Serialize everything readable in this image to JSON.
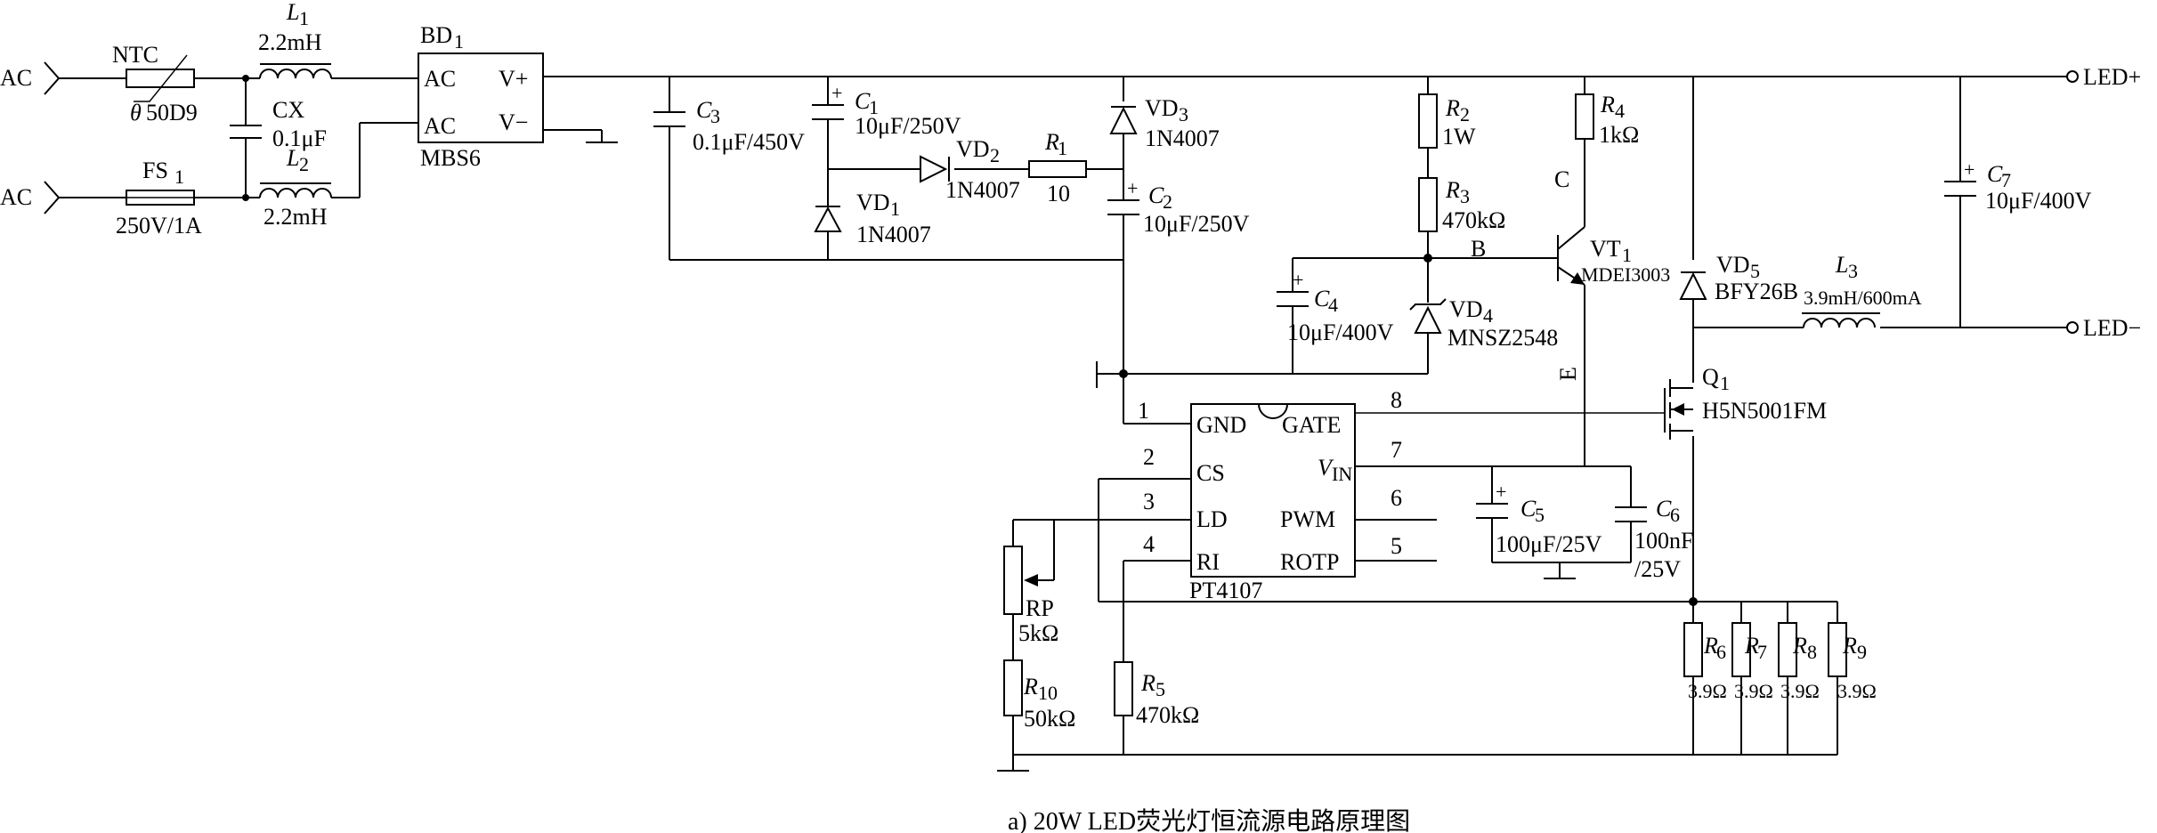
{
  "caption": "a) 20W LED荧光灯恒流源电路原理图",
  "inputs": {
    "ac_top": "AC",
    "ac_bottom": "AC"
  },
  "outputs": {
    "led_plus": "LED+",
    "led_minus": "LED−"
  },
  "components": {
    "ntc": {
      "name": "NTC",
      "theta": "θ",
      "value": "50D9"
    },
    "fs1": {
      "ref": "FS",
      "sub": "1",
      "value": "250V/1A"
    },
    "l1": {
      "ref": "L",
      "sub": "1",
      "value": "2.2mH"
    },
    "l2": {
      "ref": "L",
      "sub": "2",
      "value": "2.2mH"
    },
    "cx": {
      "ref": "CX",
      "value": "0.1μF"
    },
    "bd1": {
      "ref": "BD",
      "sub": "1",
      "part": "MBS6",
      "pin_ac_top": "AC",
      "pin_ac_bottom": "AC",
      "pin_vp": "V+",
      "pin_vm": "V−"
    },
    "c3": {
      "ref": "C",
      "sub": "3",
      "value": "0.1μF/450V"
    },
    "c1": {
      "ref": "C",
      "sub": "1",
      "value": "10μF/250V"
    },
    "c2": {
      "ref": "C",
      "sub": "2",
      "value": "10μF/250V"
    },
    "vd1": {
      "ref": "VD",
      "sub": "1",
      "part": "1N4007"
    },
    "vd2": {
      "ref": "VD",
      "sub": "2",
      "part": "1N4007"
    },
    "vd3": {
      "ref": "VD",
      "sub": "3",
      "part": "1N4007"
    },
    "r1": {
      "ref": "R",
      "sub": "1",
      "value": "10"
    },
    "r2": {
      "ref": "R",
      "sub": "2",
      "value": "1W"
    },
    "r3": {
      "ref": "R",
      "sub": "3",
      "value": "470kΩ"
    },
    "r4": {
      "ref": "R",
      "sub": "4",
      "value": "1kΩ"
    },
    "c4": {
      "ref": "C",
      "sub": "4",
      "value": "10μF/400V"
    },
    "vd4": {
      "ref": "VD",
      "sub": "4",
      "part": "MNSZ2548"
    },
    "vt1": {
      "ref": "VT",
      "sub": "1",
      "part": "MDEI3003",
      "pin_c": "C",
      "pin_b": "B",
      "pin_e": "E"
    },
    "vd5": {
      "ref": "VD",
      "sub": "5",
      "part": "BFY26B"
    },
    "l3": {
      "ref": "L",
      "sub": "3",
      "value": "3.9mH/600mA"
    },
    "c7": {
      "ref": "C",
      "sub": "7",
      "value": "10μF/400V"
    },
    "q1": {
      "ref": "Q",
      "sub": "1",
      "part": "H5N5001FM"
    },
    "c5": {
      "ref": "C",
      "sub": "5",
      "value": "100μF/25V"
    },
    "c6": {
      "ref": "C",
      "sub": "6",
      "value": "100nF",
      "value2": "/25V"
    },
    "rp": {
      "ref": "RP",
      "value": "5kΩ"
    },
    "r10": {
      "ref": "R",
      "sub": "10",
      "value": "50kΩ"
    },
    "r5": {
      "ref": "R",
      "sub": "5",
      "value": "470kΩ"
    },
    "r6": {
      "ref": "R",
      "sub": "6",
      "value": "3.9Ω"
    },
    "r7": {
      "ref": "R",
      "sub": "7",
      "value": "3.9Ω"
    },
    "r8": {
      "ref": "R",
      "sub": "8",
      "value": "3.9Ω"
    },
    "r9": {
      "ref": "R",
      "sub": "9",
      "value": "3.9Ω"
    }
  },
  "ic": {
    "part": "PT4107",
    "pins_left": [
      {
        "num": "1",
        "name": "GND"
      },
      {
        "num": "2",
        "name": "CS"
      },
      {
        "num": "3",
        "name": "LD"
      },
      {
        "num": "4",
        "name": "RI"
      }
    ],
    "pins_right": [
      {
        "num": "8",
        "name": "GATE"
      },
      {
        "num": "7",
        "name": "V",
        "sub": "IN"
      },
      {
        "num": "6",
        "name": "PWM"
      },
      {
        "num": "5",
        "name": "ROTP"
      }
    ]
  }
}
